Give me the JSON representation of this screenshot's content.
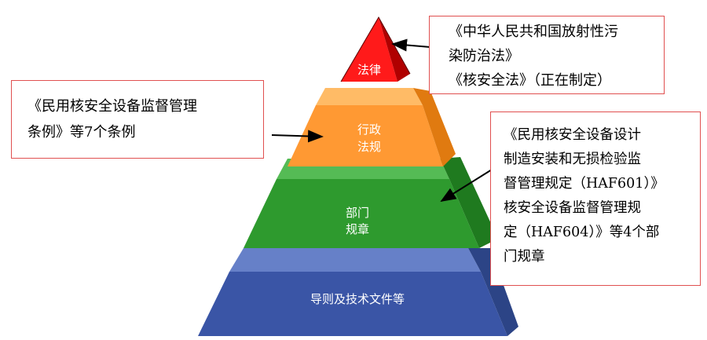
{
  "colors": {
    "law": "#ff1a1a",
    "admin": "#ff9933",
    "dept": "#2e9a2e",
    "guide": "#3a55a6",
    "callout_border": "#e05050"
  },
  "pyramid": {
    "law": {
      "label": "法律"
    },
    "admin": {
      "label_line1": "行政",
      "label_line2": "法规"
    },
    "dept": {
      "label_line1": "部门",
      "label_line2": "规章"
    },
    "guide": {
      "label": "导则及技术文件等"
    }
  },
  "callouts": {
    "law": {
      "line1": "《中华人民共和国放射性污",
      "line2": "染防治法》",
      "line3": "《核安全法》（正在制定）"
    },
    "admin": {
      "line1": "《民用核安全设备监督管理",
      "line2": "条例》等7个条例"
    },
    "dept": {
      "line1": "《民用核安全设备设计",
      "line2": "制造安装和无损检验监",
      "line3": "督管理规定（HAF601）》",
      "line4": "核安全设备监督管理规",
      "line5": "定（HAF604）》等4个部",
      "line6": "门规章"
    }
  }
}
